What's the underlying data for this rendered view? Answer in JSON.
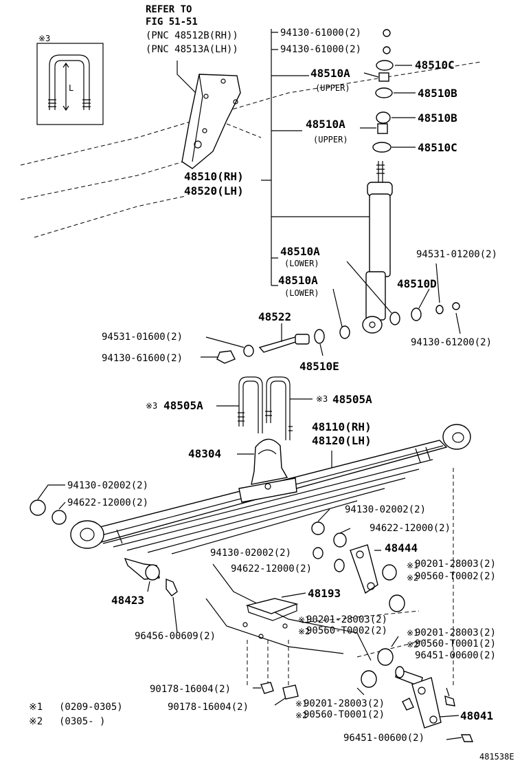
{
  "refer": {
    "line1": "REFER TO",
    "line2": "FIG 51-51",
    "line3": "(PNC 48512B(RH))",
    "line4": "(PNC 48513A(LH))"
  },
  "inset": {
    "mark": "※3",
    "dim": "L"
  },
  "labels": {
    "p94130_61000_a": "94130-61000(2)",
    "p94130_61000_b": "94130-61000(2)",
    "p48510C_top": "48510C",
    "p48510A_u1": "48510A",
    "upper1": "(UPPER)",
    "p48510B_1": "48510B",
    "p48510B_2": "48510B",
    "p48510A_u2": "48510A",
    "upper2": "(UPPER)",
    "p48510C_bot": "48510C",
    "p48510_rh": "48510(RH)",
    "p48520_lh": "48520(LH)",
    "p48510A_l1": "48510A",
    "lower1": "(LOWER)",
    "p48510A_l2": "48510A",
    "lower2": "(LOWER)",
    "p94531_01200": "94531-01200(2)",
    "p48510D": "48510D",
    "p94130_61200": "94130-61200(2)",
    "p48522": "48522",
    "p94531_01600": "94531-01600(2)",
    "p94130_61600": "94130-61600(2)",
    "p48510E": "48510E",
    "p48505A_l": "48505A",
    "m3_l": "※3",
    "p48505A_r": "48505A",
    "m3_r": "※3",
    "p48110_rh": "48110(RH)",
    "p48120_lh": "48120(LH)",
    "p48304": "48304",
    "p94130_02002_a": "94130-02002(2)",
    "p94622_12000_a": "94622-12000(2)",
    "p94130_02002_b": "94130-02002(2)",
    "p94622_12000_b": "94622-12000(2)",
    "p48444": "48444",
    "p94130_02002_c": "94130-02002(2)",
    "p94622_12000_c": "94622-12000(2)",
    "p190201_a": "90201-28003(2)",
    "p290560_a": "90560-T0002(2)",
    "p48423": "48423",
    "p48193": "48193",
    "p190201_b": "90201-28003(2)",
    "p290560_b": "90560-T0002(2)",
    "p96456_00609": "96456-00609(2)",
    "p190201_c": "90201-28003(2)",
    "p290560_c": "90560-T0001(2)",
    "p96451_00600_a": "96451-00600(2)",
    "p90178_16004_a": "90178-16004(2)",
    "p90178_16004_b": "90178-16004(2)",
    "p190201_d": "90201-28003(2)",
    "p290560_d": "90560-T0001(2)",
    "p48041": "48041",
    "p96451_00600_b": "96451-00600(2)",
    "m1": "※1",
    "m2": "※2"
  },
  "legend": {
    "n1_mark": "※1",
    "n1_text": "(0209-0305)",
    "n2_mark": "※2",
    "n2_text": "(0305-     )"
  },
  "figure_id": "481538E"
}
